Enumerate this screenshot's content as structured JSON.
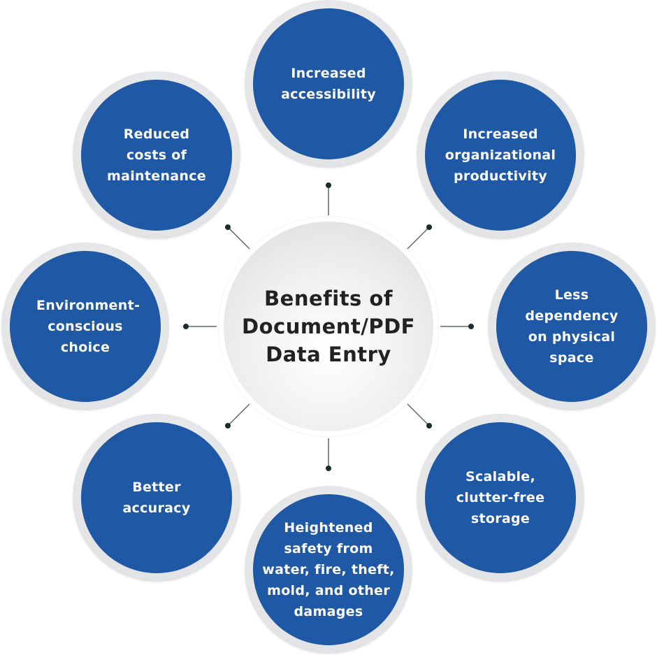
{
  "title": "Benefits of Document/PDF Data Entry",
  "colors": {
    "node_fill": "#1f58a5",
    "connector": "#1c2b2b"
  },
  "benefits": [
    {
      "label": "Increased accessibility"
    },
    {
      "label": "Increased organizational productivity"
    },
    {
      "label": "Less dependency on physical space"
    },
    {
      "label": "Scalable, clutter-free storage"
    },
    {
      "label": "Heightened safety from water, fire, theft, mold, and other damages"
    },
    {
      "label": "Better accuracy"
    },
    {
      "label": "Environment-conscious choice"
    },
    {
      "label": "Reduced costs of maintenance"
    }
  ]
}
